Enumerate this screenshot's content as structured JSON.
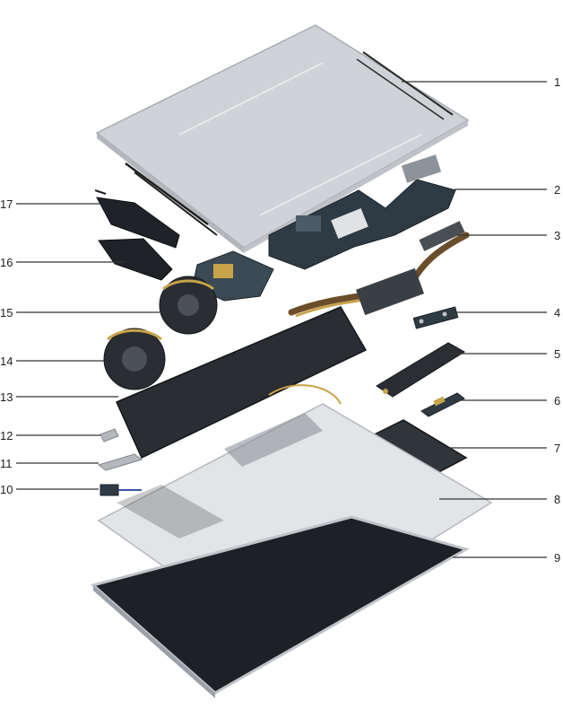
{
  "callouts": {
    "c1": "1",
    "c2": "2",
    "c3": "3",
    "c4": "4",
    "c5": "5",
    "c6": "6",
    "c7": "7",
    "c8": "8",
    "c9": "9",
    "c10": "10",
    "c11": "11",
    "c12": "12",
    "c13": "13",
    "c14": "14",
    "c15": "15",
    "c16": "16",
    "c17": "17"
  },
  "colors": {
    "aluminum": "#cfd2d6",
    "aluminum_edge": "#a9adb2",
    "board": "#2f3b44",
    "copper": "#c8a34a",
    "battery": "#30353a",
    "display": "#1d2024",
    "keyboard": "#2a2d31"
  },
  "icons": [
    "base-cover-icon",
    "system-board-icon",
    "heat-sink-icon",
    "fan-icon",
    "speaker-icon",
    "battery-icon",
    "keyboard-icon",
    "display-icon"
  ]
}
